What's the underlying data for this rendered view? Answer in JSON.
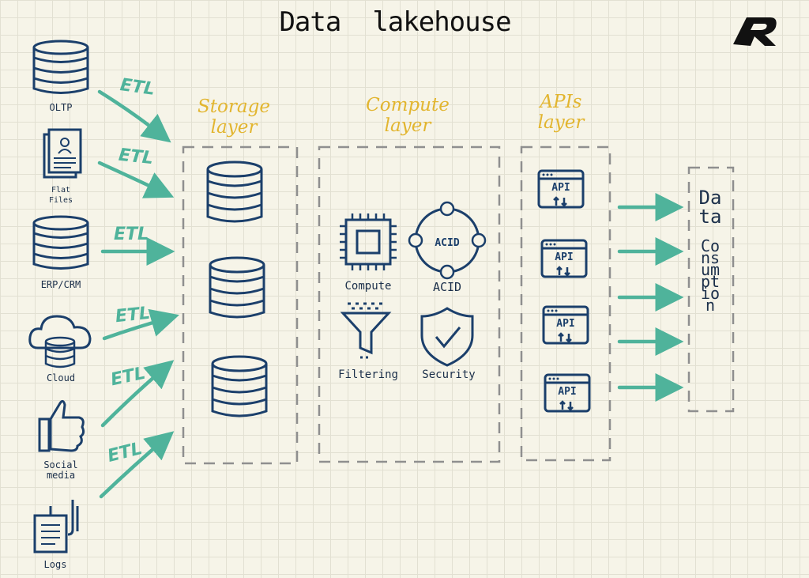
{
  "title": {
    "part1": "Data",
    "part2": "lakehouse"
  },
  "sources": [
    {
      "label": "OLTP",
      "icon": "database-icon"
    },
    {
      "label": "Flat\nFiles",
      "icon": "document-icon"
    },
    {
      "label": "ERP/CRM",
      "icon": "database-icon"
    },
    {
      "label": "Cloud",
      "icon": "cloud-database-icon"
    },
    {
      "label": "Social\nmedia",
      "icon": "thumbs-up-icon"
    },
    {
      "label": "Logs",
      "icon": "logs-icon"
    }
  ],
  "etl_label": "ETL",
  "layers": {
    "storage": "Storage\nlayer",
    "compute": "Compute\nlayer",
    "apis": "APIs\nlayer"
  },
  "compute_items": [
    {
      "label": "Compute",
      "icon": "cpu-chip-icon"
    },
    {
      "label": "ACID",
      "icon": "acid-cycle-icon",
      "inner": "ACID"
    },
    {
      "label": "Filtering",
      "icon": "funnel-icon"
    },
    {
      "label": "Security",
      "icon": "shield-check-icon"
    }
  ],
  "api_label": "API",
  "consumption": {
    "line1": "Data",
    "line2": "Consumption"
  },
  "colors": {
    "ink": "#1b3f6b",
    "teal": "#4fb39b",
    "yellow": "#e2b52f",
    "dash": "#8f8f8f"
  }
}
